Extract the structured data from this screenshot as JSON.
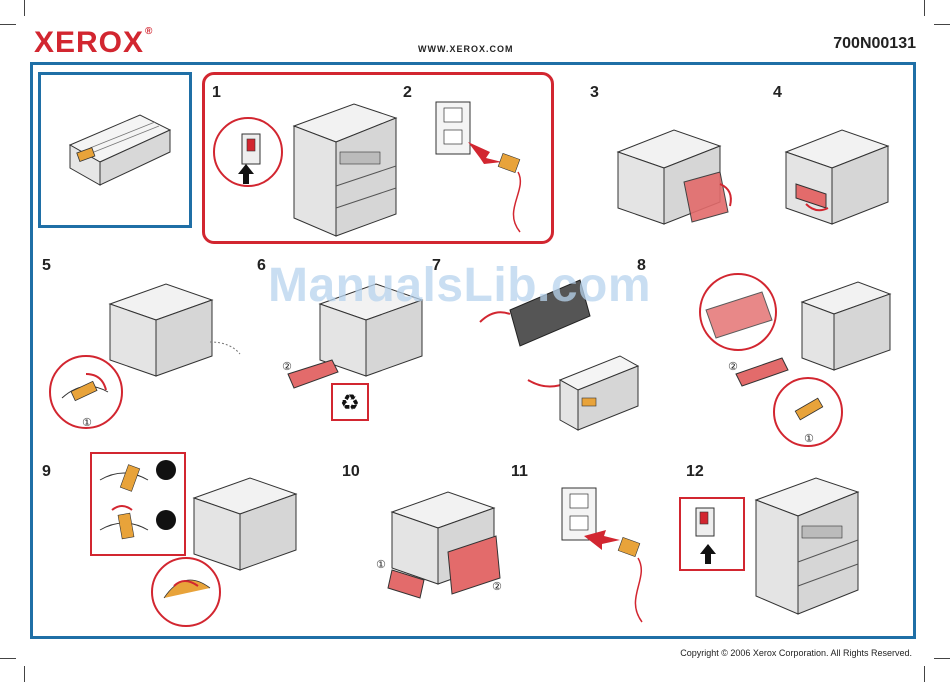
{
  "header": {
    "brand": "XEROX",
    "brand_mark": "®",
    "url": "WWW.XEROX.COM",
    "part_number": "700N00131"
  },
  "steps": [
    "1",
    "2",
    "3",
    "4",
    "5",
    "6",
    "7",
    "8",
    "9",
    "10",
    "11",
    "12"
  ],
  "callouts": {
    "circle_1": "①",
    "circle_2": "②"
  },
  "footer": {
    "copyright": "Copyright © 2006 Xerox Corporation. All Rights Reserved."
  },
  "watermark": {
    "text": "ManualsLib.com"
  },
  "colors": {
    "xerox_red": "#d22630",
    "frame_blue": "#1f6fa6",
    "cartridge_orange": "#e8a33a"
  }
}
